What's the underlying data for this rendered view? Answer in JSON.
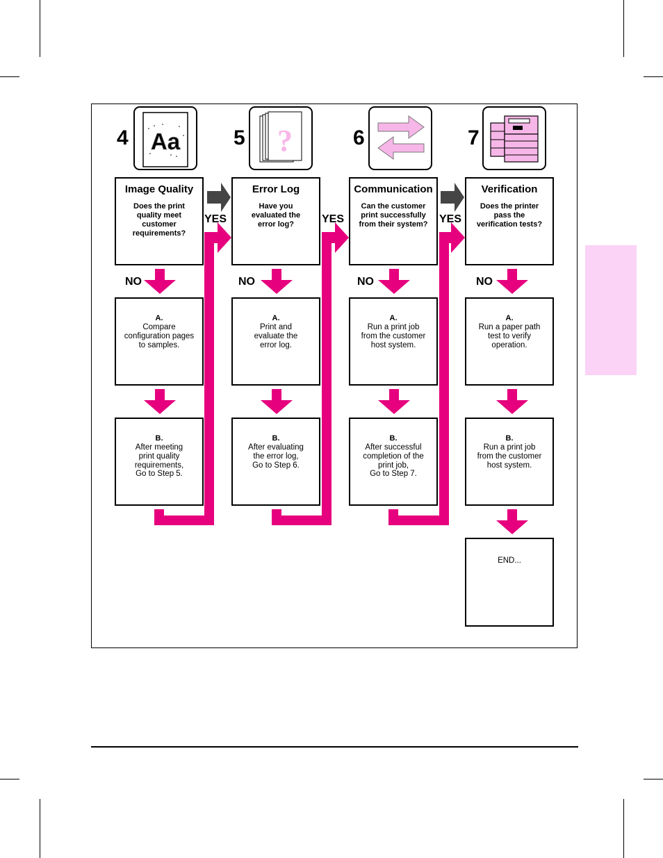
{
  "colors": {
    "accent": "#e6007e",
    "yes_arrow": "#454545",
    "side_tab": "#fbd3f6"
  },
  "steps": [
    {
      "number": "4",
      "icon": "aa-text-sample-icon",
      "title": "Image Quality",
      "question": "Does the print\nquality meet\ncustomer\nrequirements?",
      "no_label": "NO",
      "a_letter": "A.",
      "a_text": "Compare\nconfiguration pages\nto samples.",
      "b_letter": "B.",
      "b_text": "After meeting\nprint quality\nrequirements,\nGo to Step 5.",
      "yes_label": "YES"
    },
    {
      "number": "5",
      "icon": "error-log-pages-icon",
      "title": "Error Log",
      "question": "Have you\nevaluated the\nerror log?",
      "no_label": "NO",
      "a_letter": "A.",
      "a_text": "Print and\nevaluate the\nerror log.",
      "b_letter": "B.",
      "b_text": "After evaluating\nthe error log,\nGo to Step 6.",
      "yes_label": "YES"
    },
    {
      "number": "6",
      "icon": "communication-arrows-icon",
      "title": "Communication",
      "question": "Can the customer\nprint successfully\nfrom their system?",
      "no_label": "NO",
      "a_letter": "A.",
      "a_text": "Run a print job\nfrom the customer\nhost system.",
      "b_letter": "B.",
      "b_text": "After successful\ncompletion of the\nprint job,\nGo to Step 7.",
      "yes_label": "YES"
    },
    {
      "number": "7",
      "icon": "printer-icon",
      "title": "Verification",
      "question": "Does the printer\npass the\nverification tests?",
      "no_label": "NO",
      "a_letter": "A.",
      "a_text": "Run a paper path\ntest to verify\noperation.",
      "b_letter": "B.",
      "b_text": "Run a print job\nfrom the customer\nhost system.",
      "end_text": "END..."
    }
  ]
}
